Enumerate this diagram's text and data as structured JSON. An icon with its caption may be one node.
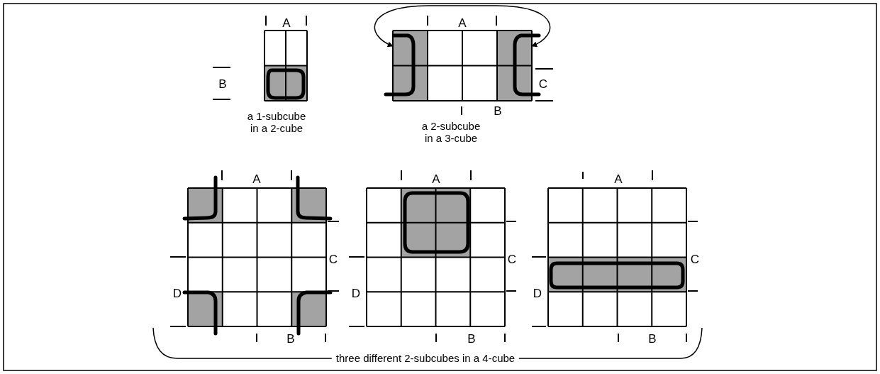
{
  "diagram": {
    "nodes": [
      {
        "text": [],
        "shape": "box"
      },
      {
        "text": [],
        "shape": "box"
      }
    ],
    "edges": [
      {
        "from": 0,
        "to": 1,
        "arrow": "both"
      }
    ],
    "labels": [
      "A",
      "B",
      "a 1-subcube in a 2-cube",
      "A",
      "C",
      "B",
      "a 2-subcube in a 3-cube",
      "A",
      "C",
      "D",
      "B",
      "A",
      "C",
      "D",
      "B",
      "A",
      "C",
      "D",
      "B",
      "three different 2-subcubes in a 4-cube"
    ]
  }
}
